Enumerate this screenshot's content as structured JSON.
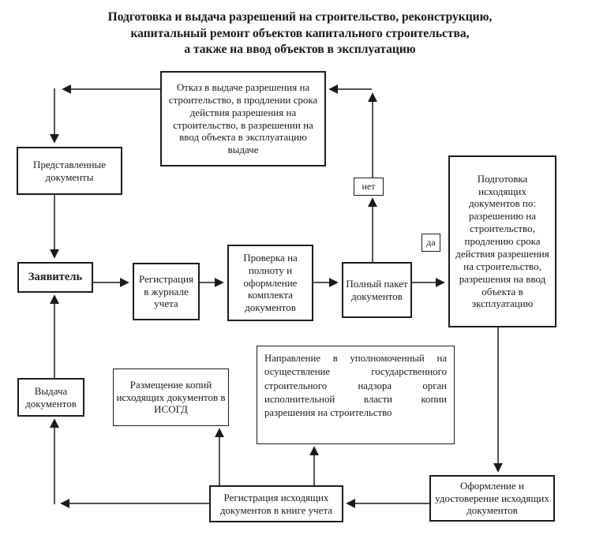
{
  "title": "Подготовка и выдача разрешений на строительство, реконструкцию,\nкапитальный ремонт объектов капитального строительства,\nа также на ввод объектов в эксплуатацию",
  "nodes": {
    "refusal": "Отказ в выдаче разрешения на строительство, в продлении срока  действия разрешения на строительство, в разрешении на ввод объекта в эксплуатацию выдаче",
    "submitted_documents": "Представленные документы",
    "applicant": "Заявитель",
    "registration_journal": "Регистрация в журнале учета",
    "completeness_check": "Проверка на полноту и оформление комплекта документов",
    "full_package": "Полный пакет документов",
    "label_no": "нет",
    "label_yes": "да",
    "outgoing_preparation": "Подготовка исходящих документов по: разрешению на строительство, продлению срока действия разрешения на строительство, разрешения на ввод объекта в эксплуатацию",
    "documents_issue": "Выдача документов",
    "isogd_placement": "Размещение копий исходящих документов в ИСОГД",
    "supervision_copy": "Направление в уполномоченный на осуществление государственного строительного надзора орган исполнительной власти копии разрешения на строительство",
    "registration_book": "Регистрация исходящих документов в книге учета",
    "certification": "Оформление и удостоверение исходящих документов"
  },
  "colors": {
    "line": "#1a1a1a",
    "background": "#ffffff",
    "text": "#1a1a1a"
  }
}
